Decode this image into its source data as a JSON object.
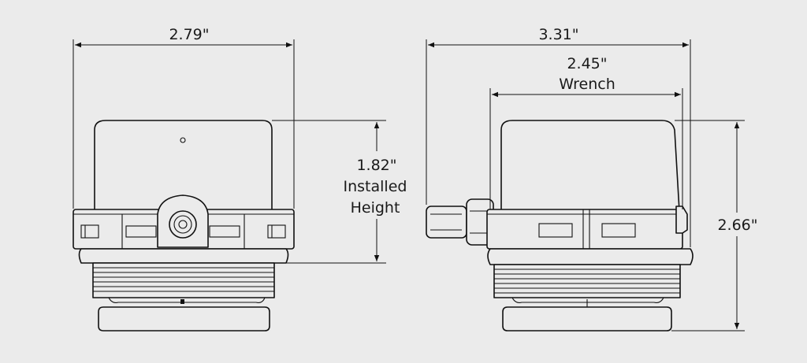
{
  "diagram": {
    "background": "#ebebeb",
    "line_color": "#111111",
    "front_view": {
      "width_label": "2.79\"",
      "height_value": "1.82\"",
      "height_caption_1": "Installed",
      "height_caption_2": "Height"
    },
    "side_view": {
      "overall_width_label": "3.31\"",
      "wrench_value": "2.45\"",
      "wrench_caption": "Wrench",
      "height_label": "2.66\""
    }
  }
}
